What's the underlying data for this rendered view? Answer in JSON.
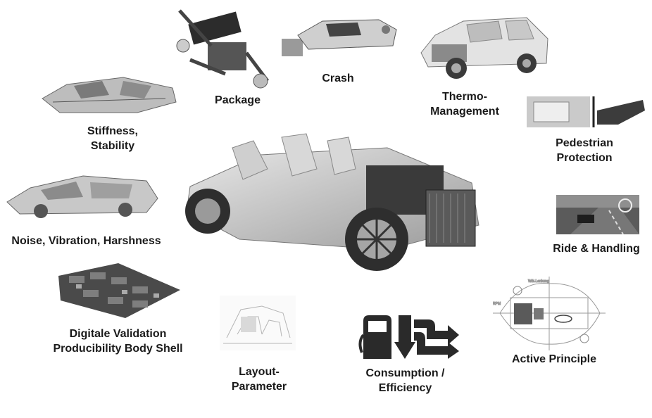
{
  "labels": {
    "stiffness": [
      "Stiffness,",
      "Stability"
    ],
    "package": [
      "Package"
    ],
    "crash": [
      "Crash"
    ],
    "thermo": [
      "Thermo-",
      "Management"
    ],
    "pedestrian": [
      "Pedestrian",
      "Protection"
    ],
    "ride": [
      "Ride & Handling"
    ],
    "nvh": [
      "Noise, Vibration, Harshness"
    ],
    "digitale": [
      "Digitale Validation",
      "Producibility Body Shell"
    ],
    "layout": [
      "Layout-",
      "Parameter"
    ],
    "consumption": [
      "Consumption /",
      "Efficiency"
    ],
    "active": [
      "Active Principle"
    ]
  },
  "icons": {
    "center": "car-chassis-cutaway-icon",
    "stiffness": "body-shell-icon",
    "package": "suspension-assembly-icon",
    "crash": "crash-car-icon",
    "thermo": "suv-thermal-icon",
    "pedestrian": "pedestrian-impact-icon",
    "ride": "road-handling-icon",
    "nvh": "car-body-nvh-icon",
    "digitale": "body-shell-parts-icon",
    "layout": "interior-sketch-icon",
    "consumption": "fuel-pump-icon",
    "active": "chassis-schematic-icon"
  },
  "colors": {
    "text": "#1a1a1a",
    "dark": "#2a2a2a",
    "mid": "#8a8a8a",
    "light": "#d4d4d4"
  }
}
